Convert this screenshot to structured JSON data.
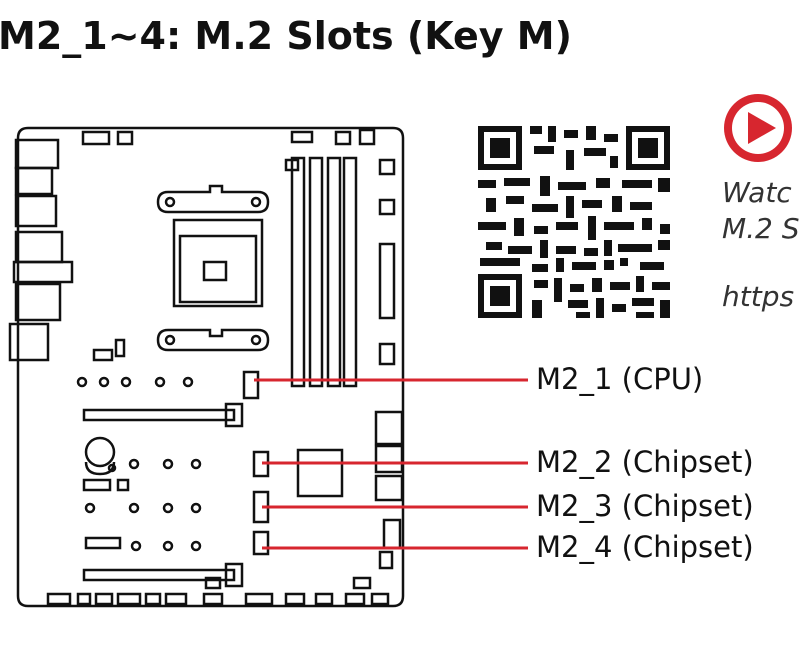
{
  "title": "M2_1~4: M.2 Slots (Key M)",
  "labels": {
    "m2_1": "M2_1 (CPU)",
    "m2_2": "M2_2 (Chipset)",
    "m2_3": "M2_3 (Chipset)",
    "m2_4": "M2_4 (Chipset)"
  },
  "video": {
    "watch_line1": "Watc",
    "watch_line2": "M.2 S",
    "url_fragment": "https"
  },
  "colors": {
    "accent": "#d7262f",
    "line": "#111111"
  },
  "icons": {
    "play": "play-icon",
    "qr": "qr-code-icon"
  }
}
